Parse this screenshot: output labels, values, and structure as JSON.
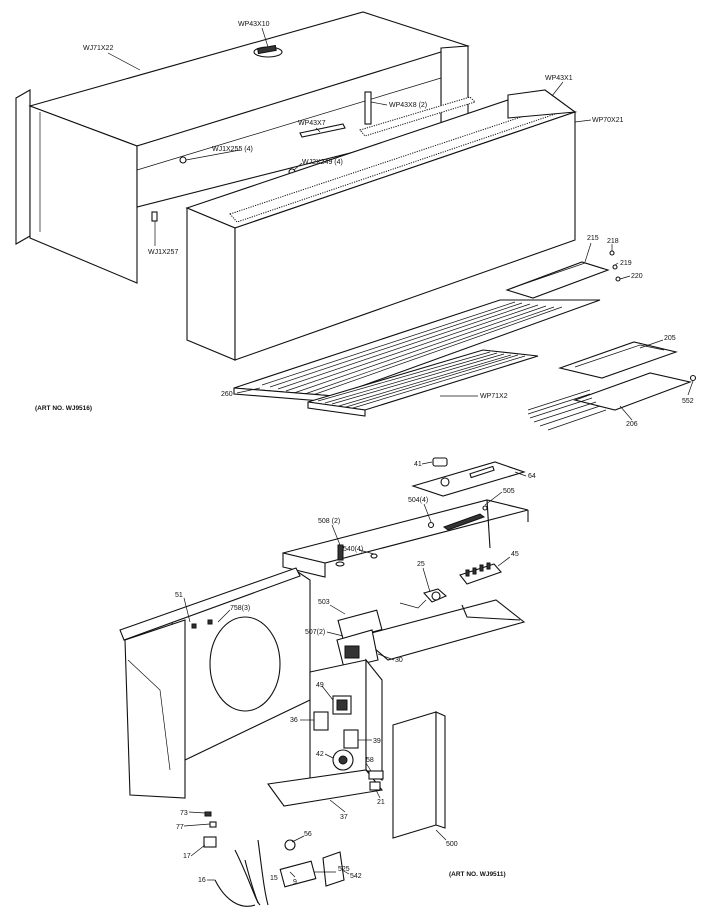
{
  "top_section": {
    "art_no": "(ART NO. WJ9516)",
    "labels": {
      "wp43x10": "WP43X10",
      "wj71x22": "WJ71X22",
      "wp43x1": "WP43X1",
      "wp43x8": "WP43X8 (2)",
      "wp70x21": "WP70X21",
      "wp43x7": "WP43X7",
      "wj1x255": "WJ1X255 (4)",
      "wj2x249": "WJ2X249 (4)",
      "wj1x257": "WJ1X257",
      "n215": "215",
      "n218": "218",
      "n219": "219",
      "n220": "220",
      "n205": "205",
      "n206": "206",
      "n552": "552",
      "n260": "260",
      "wp71x2": "WP71X2"
    }
  },
  "bottom_section": {
    "art_no": "(ART NO. WJ9511)",
    "labels": {
      "n41": "41",
      "n64": "64",
      "n504": "504(4)",
      "n505": "505",
      "n508": "508 (2)",
      "n540": "540(4)",
      "n25": "25",
      "n45": "45",
      "n51": "51",
      "n758": "758(3)",
      "n503": "503",
      "n507": "507(2)",
      "n30": "30",
      "n49": "49",
      "n36": "36",
      "n39": "39",
      "n42": "42",
      "n58": "58",
      "n21": "21",
      "n37": "37",
      "n500": "500",
      "n73": "73",
      "n77": "77",
      "n17": "17",
      "n16": "16",
      "n56": "56",
      "n525": "525",
      "n15": "15",
      "n9": "9",
      "n542": "542"
    }
  }
}
